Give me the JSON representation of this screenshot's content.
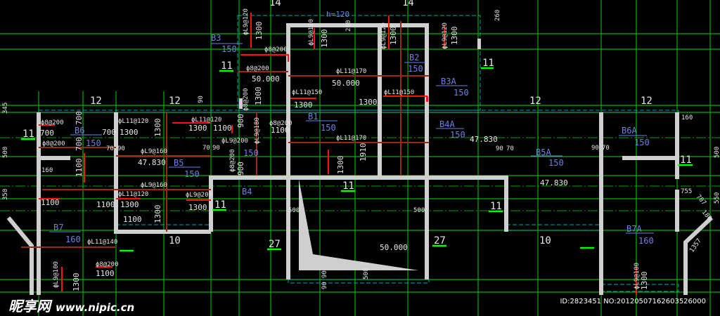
{
  "drawing": {
    "grid_numbers": [
      "14",
      "14",
      "12",
      "12",
      "12",
      "12",
      "11",
      "11",
      "11",
      "11",
      "11",
      "11",
      "11",
      "10",
      "10",
      "27",
      "27"
    ],
    "slab_labels": [
      "B3",
      "150",
      "B2",
      "150",
      "B3A",
      "150",
      "B1",
      "150",
      "B4A",
      "150",
      "B6",
      "150",
      "B5",
      "150",
      "B4",
      "150",
      "B5A",
      "150",
      "B6A",
      "150",
      "B7",
      "160",
      "B7A",
      "160"
    ],
    "elevations": [
      "50.000",
      "50.000",
      "50.000",
      "47.830",
      "47.830",
      "47.830"
    ],
    "rebar_notes": [
      "ϕL9@120",
      "ϕ8@200",
      "ϕ8@200",
      "ϕL11@170",
      "ϕL11@170",
      "ϕL11@150",
      "ϕL11@150",
      "ϕ8@200",
      "ϕL9@180",
      "ϕ8@200",
      "ϕL9@200",
      "ϕ8@200",
      "ϕ8@200",
      "ϕL11@120",
      "ϕL9@160",
      "ϕL9@160",
      "ϕL11@120",
      "ϕL9@200",
      "ϕL11@140",
      "ϕ8@200",
      "ϕL9@100",
      "ϕL9@100",
      "ϕL9@120",
      "ϕL9@120",
      "ϕL9@120",
      "ϕ8@200",
      "ϕL11@120"
    ],
    "lengths": [
      "1300",
      "1300",
      "1300",
      "1300",
      "1300",
      "1300",
      "1300",
      "1100",
      "1100",
      "900",
      "900",
      "1300",
      "1910",
      "700",
      "700",
      "700",
      "1300",
      "1300",
      "1100",
      "1100",
      "700",
      "1100",
      "1100",
      "1300",
      "1300",
      "1300",
      "1300",
      "1100",
      "1300",
      "1300"
    ],
    "dimensions": [
      "h=120",
      "260",
      "200",
      "90",
      "345",
      "70",
      "90",
      "70",
      "90",
      "160",
      "500",
      "500",
      "500",
      "90",
      "90",
      "90",
      "70",
      "90",
      "70",
      "160",
      "755",
      "707",
      "180",
      "1357",
      "500",
      "350",
      "550",
      "500"
    ],
    "watermark": {
      "site": "昵享网",
      "url": "www.nipic.cn",
      "id": "ID:2823451 NO:20120507162603526000"
    }
  }
}
